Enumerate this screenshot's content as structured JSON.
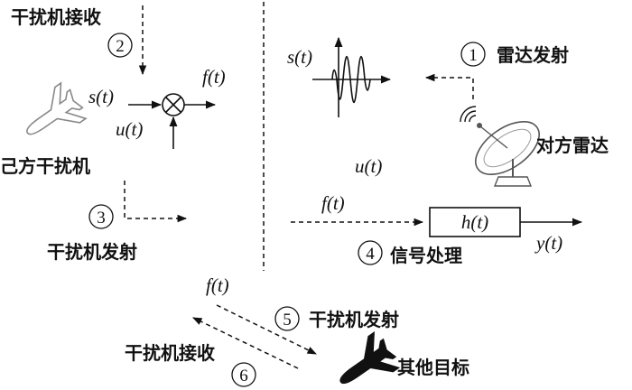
{
  "labels": {
    "jammer_receive_top": "干扰机接收",
    "own_jammer": "己方干扰机",
    "jammer_transmit_left": "干扰机发射",
    "radar_transmit": "雷达发射",
    "enemy_radar": "对方雷达",
    "signal_processing": "信号处理",
    "jammer_transmit_bottom": "干扰机发射",
    "jammer_receive_bottom": "干扰机接收",
    "other_targets": "其他目标"
  },
  "math": {
    "s_left": "s(t)",
    "u_left": "u(t)",
    "f_top": "f(t)",
    "s_right": "s(t)",
    "u_right": "u(t)",
    "f_right": "f(t)",
    "h": "h(t)",
    "y": "y(t)",
    "f_bottom": "f(t)"
  },
  "steps": {
    "n1": "1",
    "n2": "2",
    "n3": "3",
    "n4": "4",
    "n5": "5",
    "n6": "6"
  },
  "icons": [
    "airplane-outline-icon",
    "airplane-solid-icon",
    "radar-dish-icon",
    "multiplier-icon"
  ]
}
